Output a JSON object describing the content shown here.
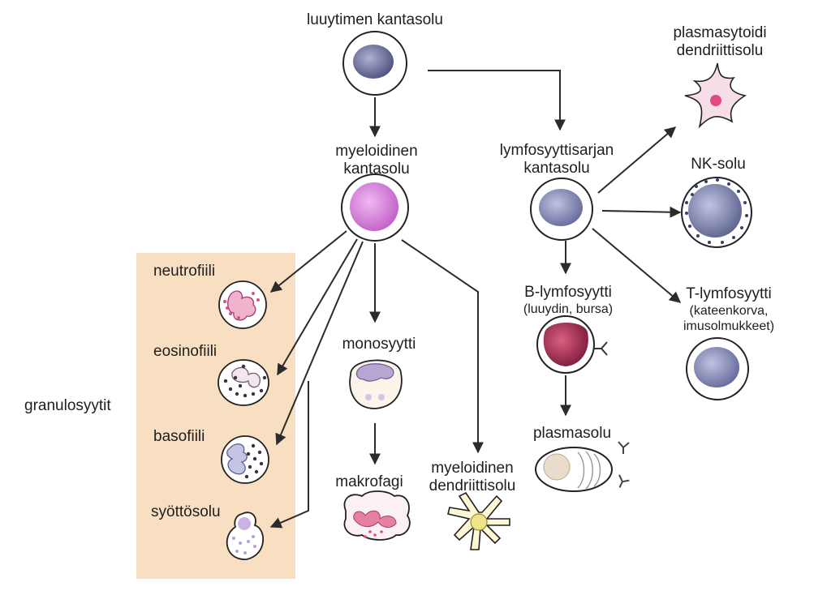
{
  "labels": {
    "bone_marrow_stem": "luuytimen kantasolu",
    "plasmacytoid_dc": [
      "plasmasytoidi",
      "dendriittisolu"
    ],
    "myeloid_stem": [
      "myeloidinen",
      "kantasolu"
    ],
    "lymphoid_stem": [
      "lymfosyyttisarjan",
      "kantasolu"
    ],
    "nk_cell": "NK-solu",
    "neutrophil": "neutrofiili",
    "eosinophil": "eosinofiili",
    "granulocytes": "granulosyytit",
    "basophil": "basofiili",
    "mast_cell": "syöttösolu",
    "monocyte": "monosyytti",
    "macrophage": "makrofagi",
    "myeloid_dc": [
      "myeloidinen",
      "dendriittisolu"
    ],
    "b_lymphocyte": "B-lymfosyytti",
    "b_lymphocyte_note": "(luuydin, bursa)",
    "plasma_cell": "plasmasolu",
    "t_lymphocyte": "T-lymfosyytti",
    "t_lymphocyte_note": [
      "(kateenkorva,",
      "imusolmukkeet)"
    ]
  },
  "colors": {
    "granulocyte_panel": "#f9dfc2",
    "stem_nucleus": "#6e6f9a",
    "myeloid_nucleus": "#cf7fd4",
    "lymph_nucleus": "#7e82ad",
    "b_cell": "#a32a52",
    "granule_pink": "#d94f8a",
    "granule_dark": "#3a3040",
    "mast_granule": "#b9a0d6"
  }
}
